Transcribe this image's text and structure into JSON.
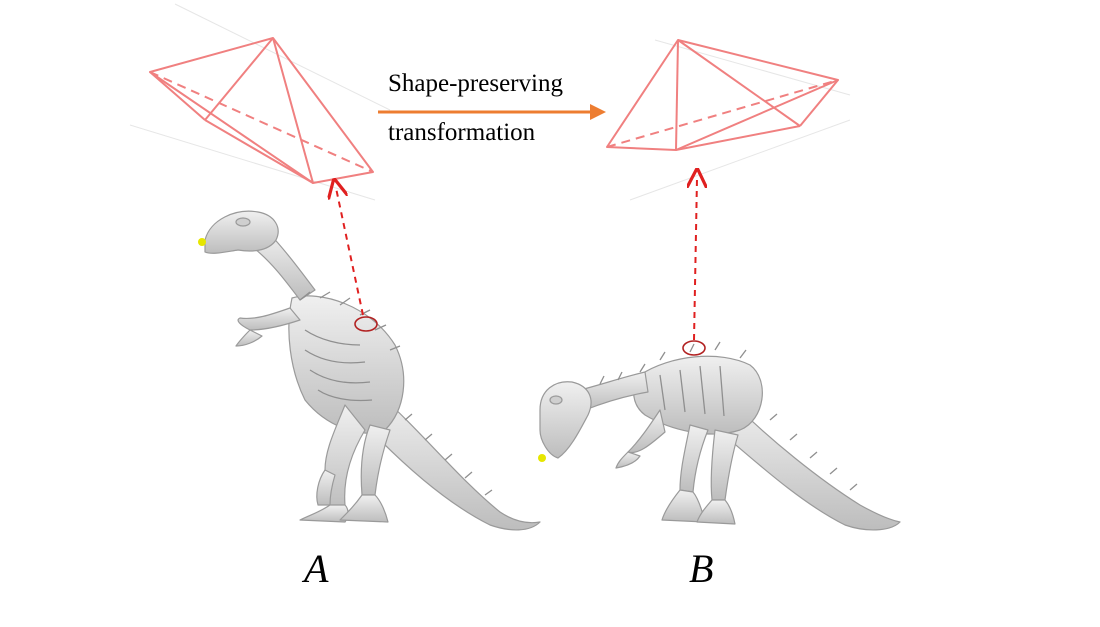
{
  "transformation": {
    "line1": "Shape-preserving",
    "line2": "transformation"
  },
  "models": {
    "a_label": "A",
    "b_label": "B"
  },
  "colors": {
    "pyramid": "#f08080",
    "arrow": "#ed7d31",
    "dashed_link": "#e02020",
    "marker_circle": "#b22222",
    "keypoint": "#e6e600",
    "bone": "#dcdcdc",
    "bone_dark": "#9a9a9a"
  }
}
